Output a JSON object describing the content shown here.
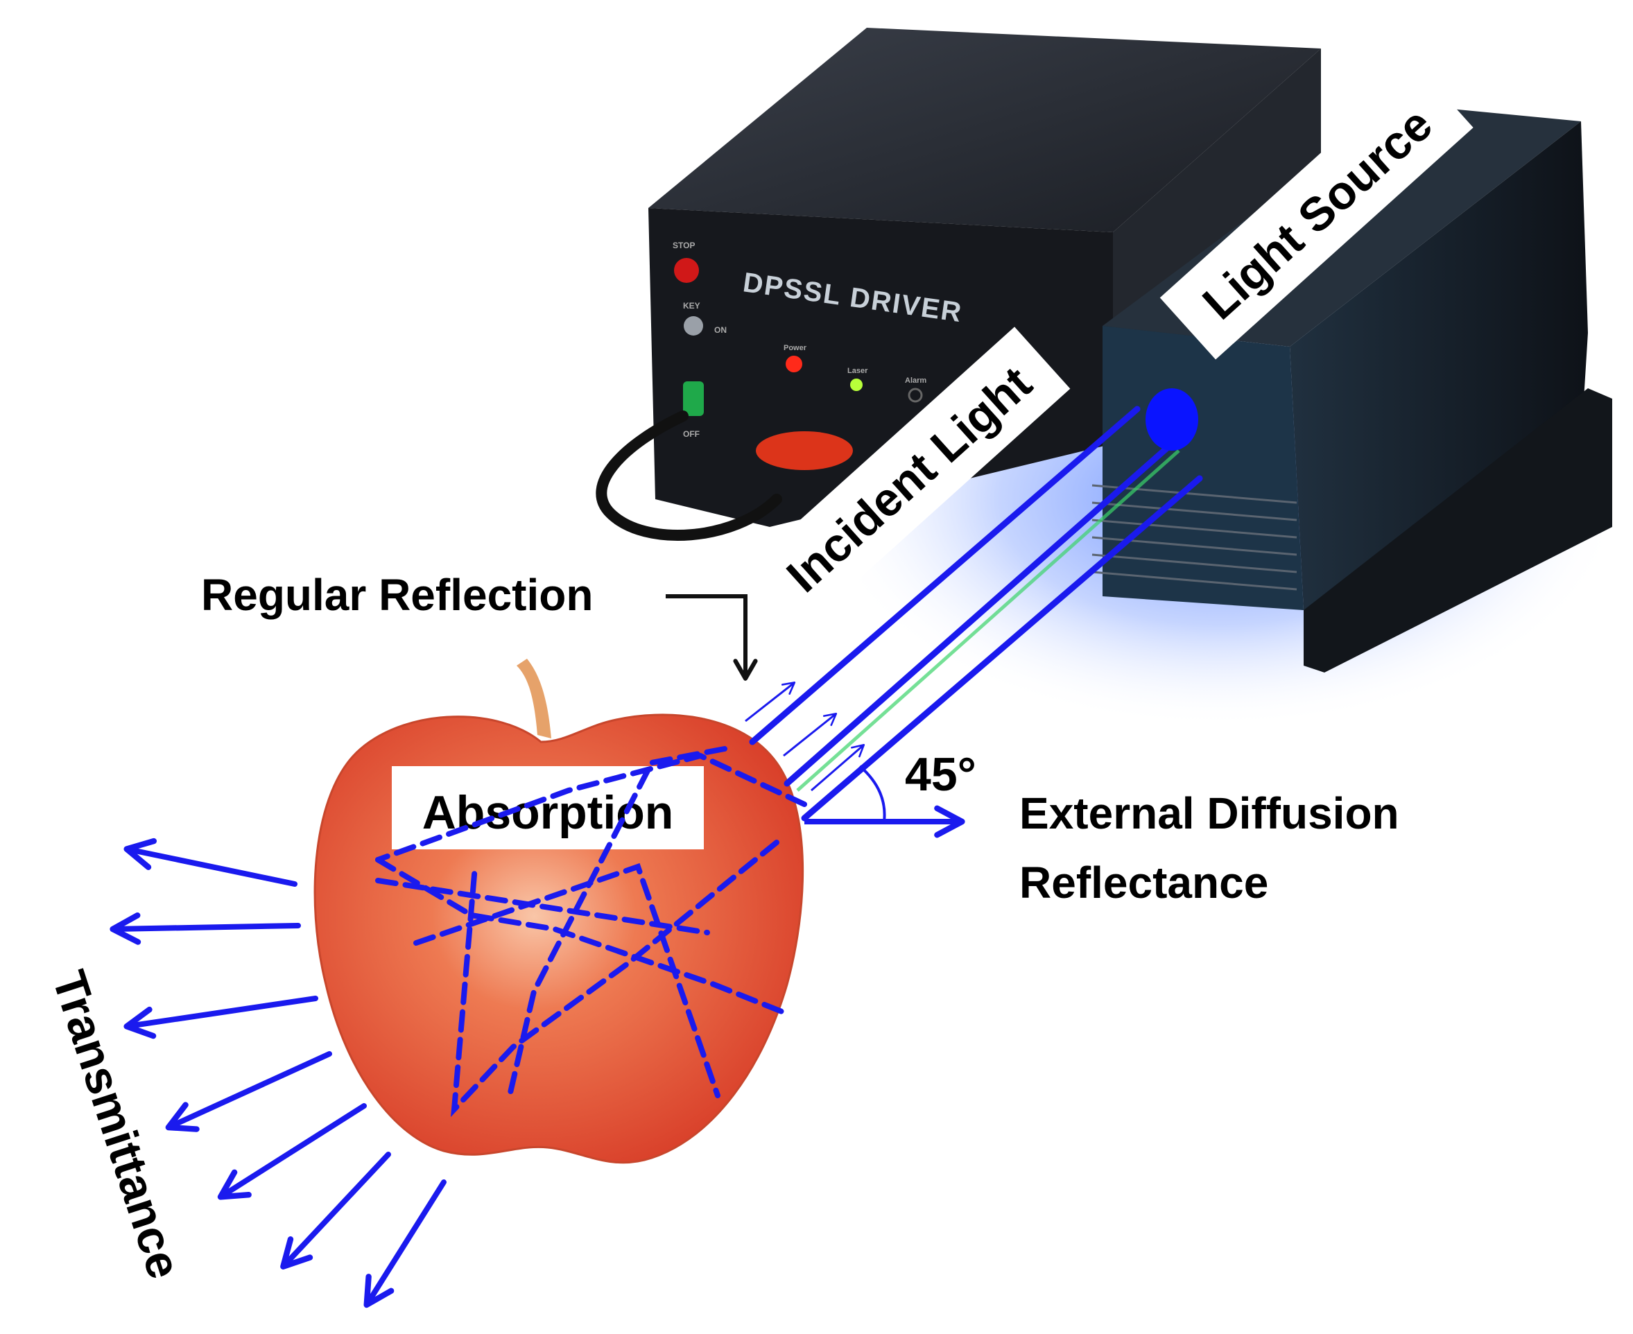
{
  "device": {
    "brand_text": "DPSSL DRIVER",
    "button_labels": [
      "STOP",
      "KEY",
      "ON",
      "OFF"
    ],
    "indicator_labels": [
      "Power",
      "Laser",
      "Alarm"
    ]
  },
  "labels": {
    "light_source": "Light Source",
    "incident_light": "Incident Light",
    "regular_reflection": "Regular Reflection",
    "absorption": "Absorption",
    "angle": "45°",
    "external_diffusion_line1": "External Diffusion",
    "external_diffusion_line2": "Reflectance",
    "transmittance": "Transmittance"
  },
  "colors": {
    "beam": "#1a1aee",
    "apple": "#e2552f",
    "device_body": "#1c1f26",
    "glow": "#3a6cff"
  },
  "icons": [
    "apple-illustration",
    "laser-device",
    "light-source-dot"
  ]
}
